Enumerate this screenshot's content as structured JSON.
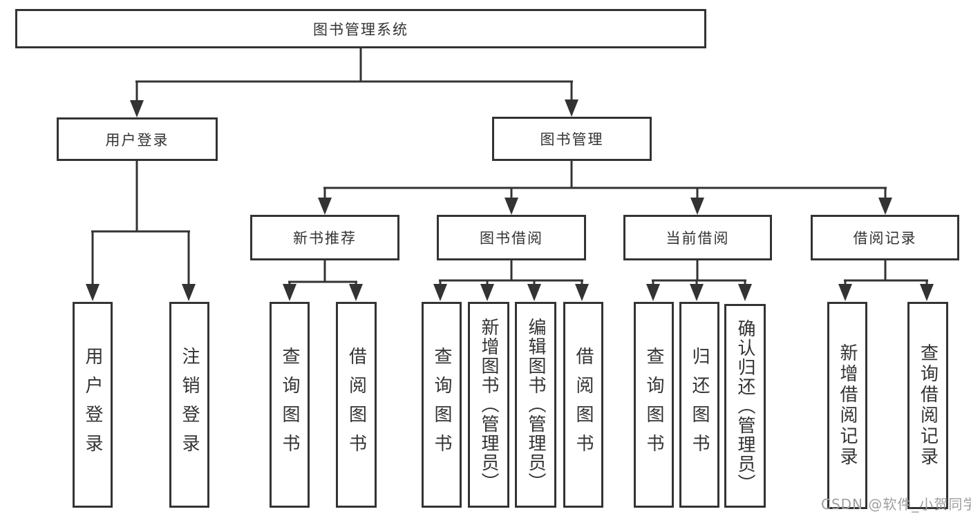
{
  "diagram_type": "hierarchy-tree",
  "tree": {
    "label": "图书管理系统",
    "children": [
      {
        "label": "用户登录",
        "children": [
          {
            "label": "用户登录"
          },
          {
            "label": "注销登录"
          }
        ]
      },
      {
        "label": "图书管理",
        "children": [
          {
            "label": "新书推荐",
            "children": [
              {
                "label": "查询图书"
              },
              {
                "label": "借阅图书"
              }
            ]
          },
          {
            "label": "图书借阅",
            "children": [
              {
                "label": "查询图书"
              },
              {
                "label": "新增图书（管理员）"
              },
              {
                "label": "编辑图书（管理员）"
              },
              {
                "label": "借阅图书"
              }
            ]
          },
          {
            "label": "当前借阅",
            "children": [
              {
                "label": "查询图书"
              },
              {
                "label": "归还图书"
              },
              {
                "label": "确认归还（管理员）"
              }
            ]
          },
          {
            "label": "借阅记录",
            "children": [
              {
                "label": "新增借阅记录"
              },
              {
                "label": "查询借阅记录"
              }
            ]
          }
        ]
      }
    ]
  },
  "watermark": {
    "text": "CSDN @软件_小贺同学",
    "color": "#9e9e9e"
  },
  "colors": {
    "line": "#333333",
    "box_border": "#333333",
    "text": "#333333",
    "background": "#ffffff"
  }
}
